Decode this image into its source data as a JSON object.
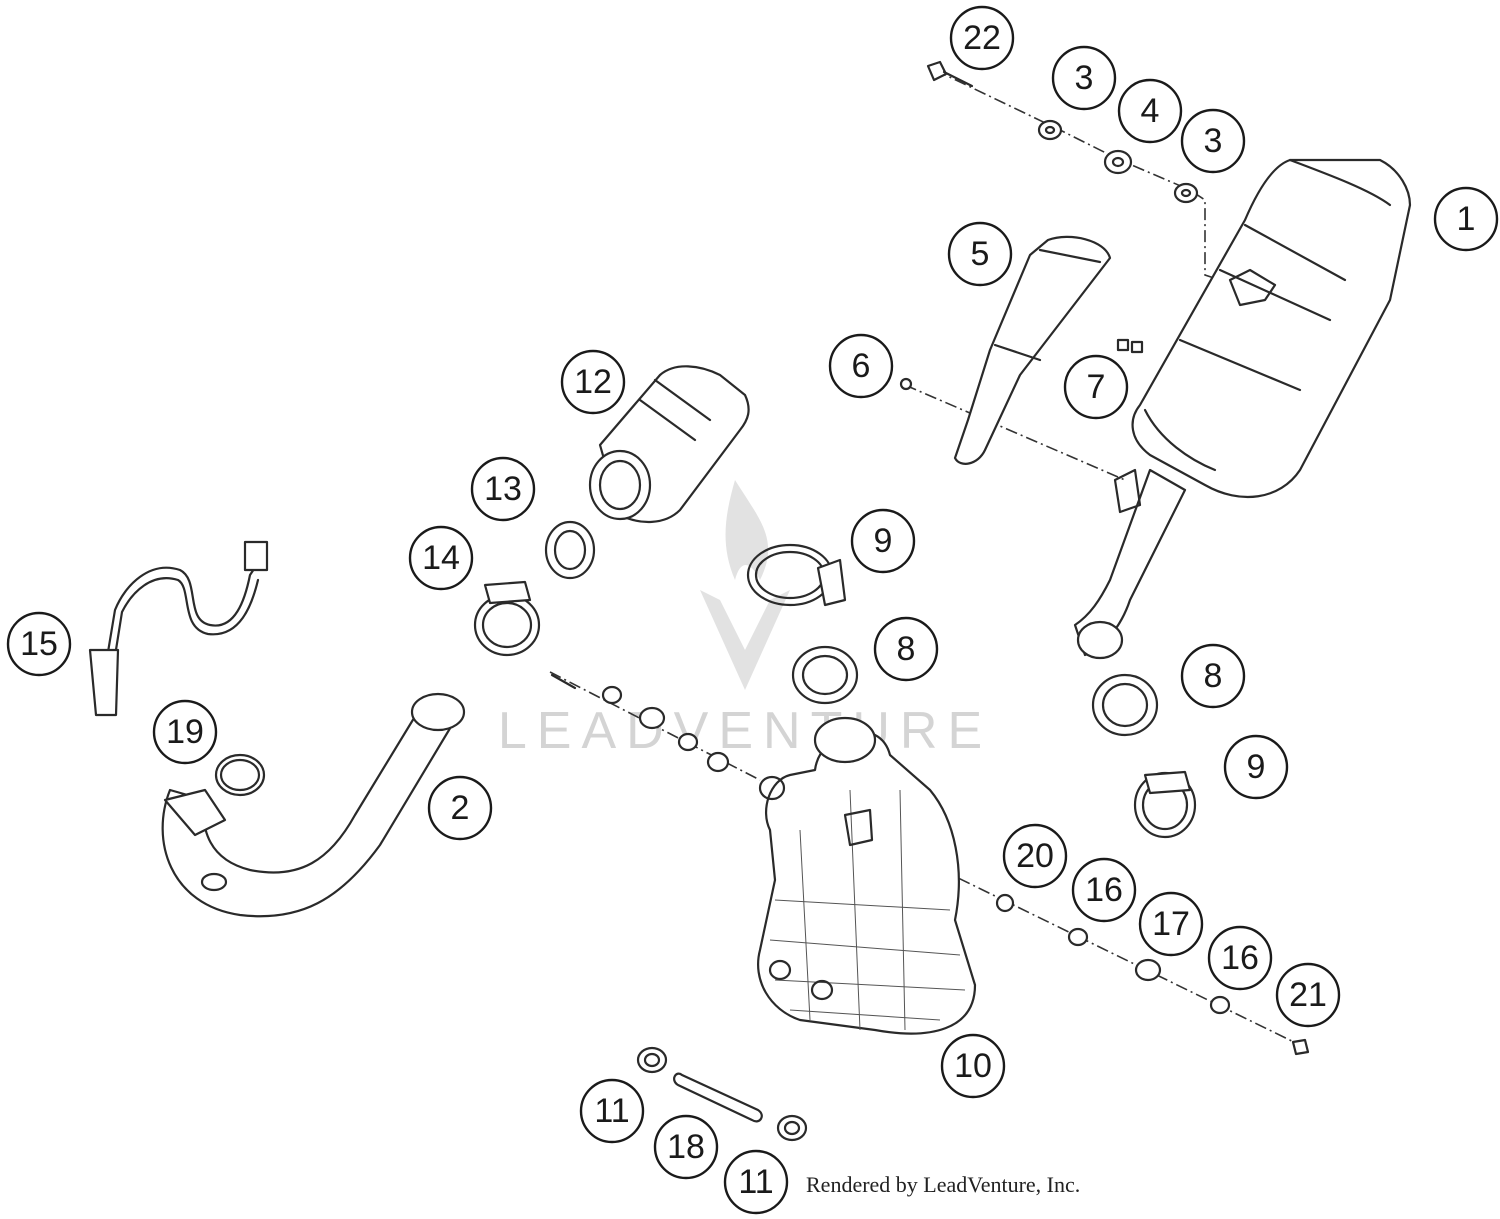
{
  "watermark": {
    "text": "LEADVENTURE"
  },
  "credit": "Rendered by LeadVenture, Inc.",
  "callouts": [
    {
      "id": "c22",
      "label": "22"
    },
    {
      "id": "c3a",
      "label": "3"
    },
    {
      "id": "c4",
      "label": "4"
    },
    {
      "id": "c3b",
      "label": "3"
    },
    {
      "id": "c1",
      "label": "1"
    },
    {
      "id": "c5",
      "label": "5"
    },
    {
      "id": "c6",
      "label": "6"
    },
    {
      "id": "c7",
      "label": "7"
    },
    {
      "id": "c12",
      "label": "12"
    },
    {
      "id": "c13",
      "label": "13"
    },
    {
      "id": "c14",
      "label": "14"
    },
    {
      "id": "c9a",
      "label": "9"
    },
    {
      "id": "c8a",
      "label": "8"
    },
    {
      "id": "c15",
      "label": "15"
    },
    {
      "id": "c19",
      "label": "19"
    },
    {
      "id": "c2",
      "label": "2"
    },
    {
      "id": "c8b",
      "label": "8"
    },
    {
      "id": "c9b",
      "label": "9"
    },
    {
      "id": "c20",
      "label": "20"
    },
    {
      "id": "c16a",
      "label": "16"
    },
    {
      "id": "c17",
      "label": "17"
    },
    {
      "id": "c16b",
      "label": "16"
    },
    {
      "id": "c21",
      "label": "21"
    },
    {
      "id": "c10",
      "label": "10"
    },
    {
      "id": "c11a",
      "label": "11"
    },
    {
      "id": "c18",
      "label": "18"
    },
    {
      "id": "c11b",
      "label": "11"
    }
  ]
}
